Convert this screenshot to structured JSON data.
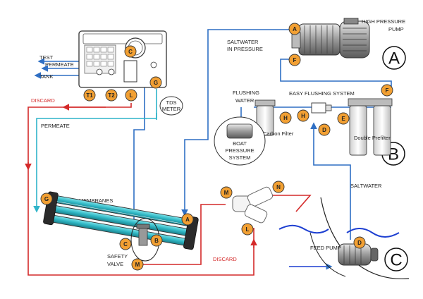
{
  "labels": {
    "test": "TEST",
    "permeate_panel": "PERMEATE",
    "tank": "TANK",
    "discard_top": "DISCARD",
    "permeate_side": "PERMEATE",
    "tds_line1": "TDS",
    "tds_line2": "METER",
    "saltwater_line1": "SALTWATER",
    "saltwater_line2": "IN PRESSURE",
    "high_pressure_line1": "HIGH PRESSURE",
    "high_pressure_line2": "PUMP",
    "flushing_line1": "FLUSHING",
    "flushing_line2": "WATER",
    "easy_flushing": "EASY FLUSHING SYSTEM",
    "carbon_filter": "Carbon Filter",
    "double_prefilter": "Double Prefilter",
    "boat_line1": "BOAT",
    "boat_line2": "PRESSURE",
    "boat_line3": "SYSTEM",
    "membranes": "MEMBRANES",
    "safety_line1": "SAFETY",
    "safety_line2": "VALVE",
    "discard_bottom": "DISCARD",
    "saltwater_right": "SALTWATER",
    "feed_pump": "FEED PUMP"
  },
  "badges": {
    "c_panel": "C",
    "t1": "T1",
    "t2": "T2",
    "l_panel": "L",
    "g_panel": "G",
    "a_top": "A",
    "f_top": "F",
    "f_right": "F",
    "h1": "H",
    "h2": "H",
    "e": "E",
    "d_mid": "D",
    "g_left": "G",
    "a_membrane": "A",
    "b": "B",
    "c_membrane": "C",
    "m_membrane": "M",
    "m_fitting": "M",
    "n": "N",
    "l_fitting": "L",
    "d_pump": "D"
  },
  "sections": {
    "a": "A",
    "b": "B",
    "c": "C"
  },
  "colors": {
    "blue_line": "#2f6fc4",
    "red_line": "#d42a2a",
    "cyan_line": "#2fb4c9",
    "badge_fill": "#f2a033",
    "membrane": "#37c3cf",
    "water": "#1d3fd1"
  }
}
